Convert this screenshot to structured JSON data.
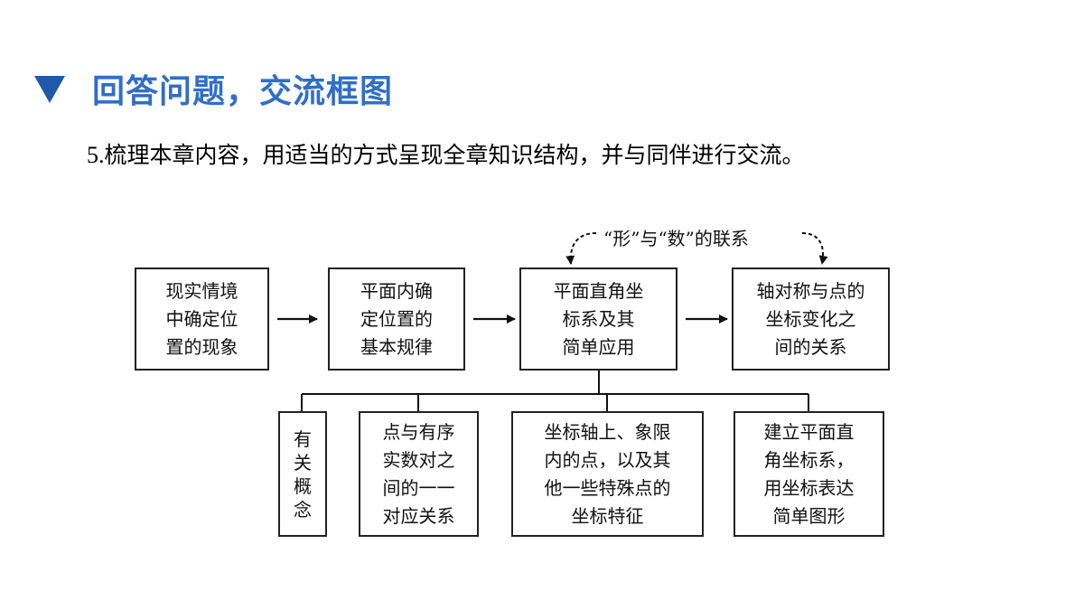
{
  "header": {
    "title": "回答问题，交流框图"
  },
  "question": {
    "number": "5.",
    "text": "梳理本章内容，用适当的方式呈现全章知识结构，并与同伴进行交流。"
  },
  "diagram": {
    "top_boxes": [
      "现实情境\n中确定位\n置的现象",
      "平面内确\n定位置的\n基本规律",
      "平面直角坐\n标系及其\n简单应用",
      "轴对称与点的\n坐标变化之\n间的关系"
    ],
    "link_label": "“形”与“数”的联系",
    "bottom_boxes": [
      "有\n关\n概\n念",
      "点与有序\n实数对之\n间的一一\n对应关系",
      "坐标轴上、象限\n内的点，以及其\n他一些特殊点的\n坐标特征",
      "建立平面直\n角坐标系，\n用坐标表达\n简单图形"
    ]
  }
}
